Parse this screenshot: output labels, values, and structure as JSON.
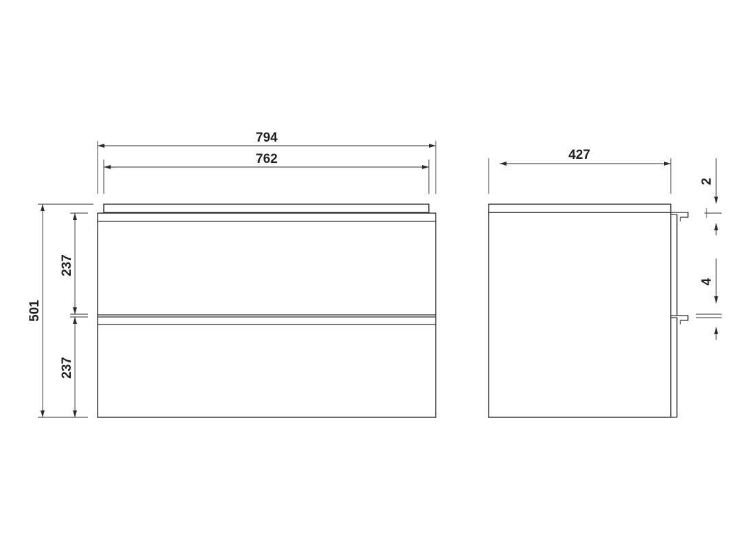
{
  "front_view": {
    "overall_width": "794",
    "inner_width": "762",
    "overall_height": "501",
    "top_drawer_height": "237",
    "bottom_drawer_height": "237"
  },
  "side_view": {
    "depth": "427",
    "top_gap": "2",
    "drawer_gap": "4"
  },
  "colors": {
    "line": "#2b2b2b",
    "background": "#ffffff"
  }
}
